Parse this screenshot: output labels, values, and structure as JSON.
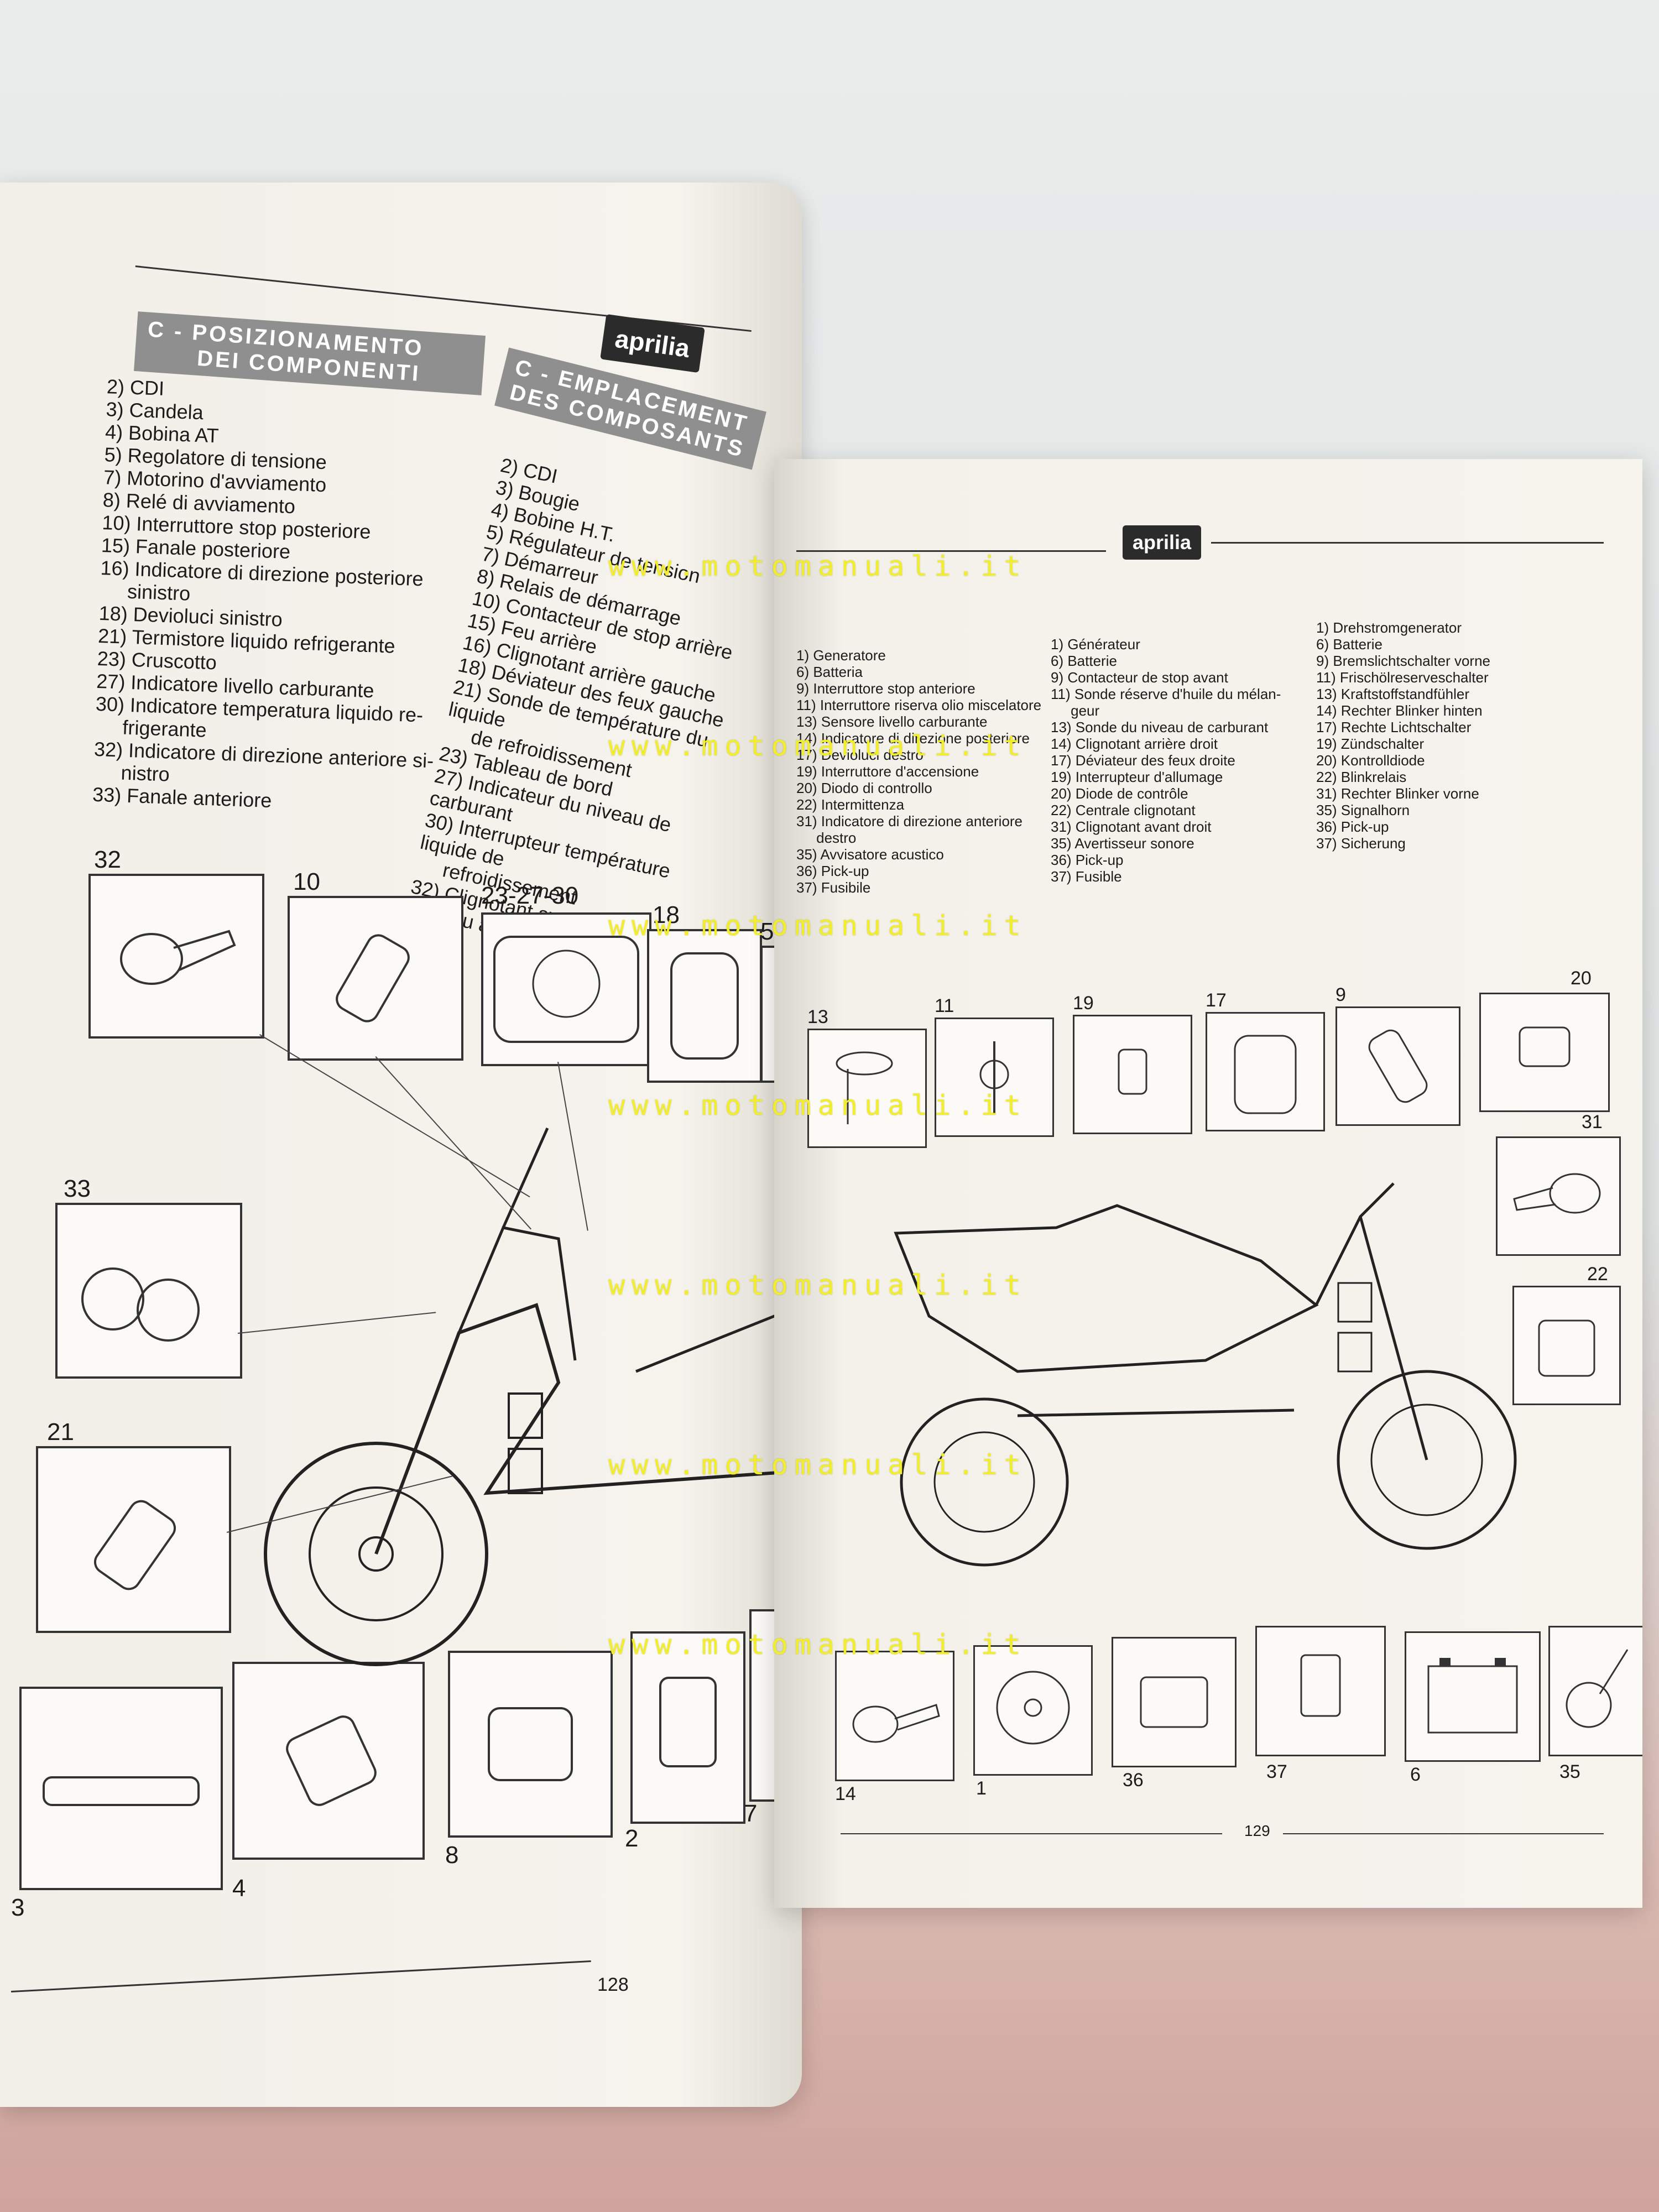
{
  "left_page": {
    "logo": "aprilia",
    "title_it": [
      "C - POSIZIONAMENTO",
      "DEI COMPONENTI"
    ],
    "title_fr": [
      "C - EMPLACEMENT",
      "DES COMPOSANTS"
    ],
    "list_it": [
      "2) CDI",
      "3) Candela",
      "4) Bobina AT",
      "5) Regolatore di tensione",
      "7) Motorino d'avviamento",
      "8) Relé di avviamento",
      "10) Interruttore stop posteriore",
      "15) Fanale posteriore",
      "16) Indicatore di direzione posteriore\n     sinistro",
      "18) Devioluci sinistro",
      "21) Termistore liquido refrigerante",
      "23) Cruscotto",
      "27) Indicatore livello carburante",
      "30) Indicatore temperatura liquido re-\n     frigerante",
      "32) Indicatore di direzione anteriore si-\n     nistro",
      "33) Fanale anteriore"
    ],
    "list_fr": [
      "2) CDI",
      "3) Bougie",
      "4) Bobine H.T.",
      "5) Régulateur de tension",
      "7) Démarreur",
      "8) Relais de démarrage",
      "10) Contacteur de stop arrière",
      "15) Feu arrière",
      "16) Clignotant arrière gauche",
      "18) Déviateur des feux gauche",
      "21) Sonde de température du liquide\n     de refroidissement",
      "23) Tableau de bord",
      "27) Indicateur du niveau de carburant",
      "30) Interrupteur température liquide de\n     refroidissement",
      "32) Clignotant avant gauche",
      "33) Feu avant"
    ],
    "labels": {
      "n32": "32",
      "n10": "10",
      "n232730": "23-27-30",
      "n18": "18",
      "n5": "5",
      "n33": "33",
      "n21": "21",
      "n3": "3",
      "n4": "4",
      "n8": "8",
      "n2": "2",
      "n7": "7"
    },
    "page_number": "128"
  },
  "right_page": {
    "logo": "aprilia",
    "list_it": [
      "1) Generatore",
      "6) Batteria",
      "9) Interruttore stop anteriore",
      "11) Interruttore riserva olio miscelatore",
      "13) Sensore livello carburante",
      "14) Indicatore di direzione posteriore",
      "17) Devioluci destro",
      "19) Interruttore d'accensione",
      "20) Diodo di controllo",
      "22) Intermittenza",
      "31) Indicatore di direzione anteriore\n     destro",
      "35) Avvisatore acustico",
      "36) Pick-up",
      "37) Fusibile"
    ],
    "list_fr": [
      "1) Générateur",
      "6) Batterie",
      "9) Contacteur de stop avant",
      "11) Sonde réserve d'huile du mélan-\n     geur",
      "13) Sonde du niveau de carburant",
      "14) Clignotant arrière droit",
      "17) Déviateur des feux droite",
      "19) Interrupteur d'allumage",
      "20) Diode de contrôle",
      "22) Centrale clignotant",
      "31) Clignotant avant droit",
      "35) Avertisseur sonore",
      "36) Pick-up",
      "37) Fusible"
    ],
    "list_de": [
      "1) Drehstromgenerator",
      "6) Batterie",
      "9) Bremslichtschalter vorne",
      "11) Frischölreserveschalter",
      "13) Kraftstoffstandfühler",
      "14) Rechter Blinker hinten",
      "17) Rechte Lichtschalter",
      "19) Zündschalter",
      "20) Kontrolldiode",
      "22) Blinkrelais",
      "31) Rechter Blinker vorne",
      "35) Signalhorn",
      "36) Pick-up",
      "37) Sicherung"
    ],
    "labels": {
      "n13": "13",
      "n11": "11",
      "n19": "19",
      "n17": "17",
      "n9": "9",
      "n20": "20",
      "n31": "31",
      "n22": "22",
      "n14": "14",
      "n1": "1",
      "n36": "36",
      "n37": "37",
      "n6": "6",
      "n35": "35"
    },
    "page_number": "129"
  },
  "watermark": "www.motomanuali.it"
}
